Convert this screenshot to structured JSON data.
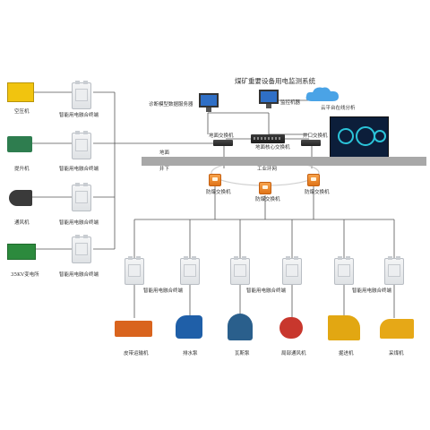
{
  "title": "煤矿重要设备用电监测系统",
  "servers": {
    "diagnostic": "诊断模型数据服务器",
    "monitor": "监控机器",
    "cloud_analysis": "云平台在线分析"
  },
  "switches": {
    "surface": "地面交换机",
    "core": "地面核心交换机",
    "shaft": "井口交换机",
    "ring": "工业环网",
    "explosion_proof": "防爆交换机"
  },
  "zones": {
    "ground": "地面",
    "underground": "井下"
  },
  "terminal_label": "智能用电融合终端",
  "left_devices": [
    {
      "name": "空压机"
    },
    {
      "name": "提升机"
    },
    {
      "name": "通风机"
    },
    {
      "name": "35KV变电所"
    }
  ],
  "bottom_devices": [
    {
      "name": "皮带运输机"
    },
    {
      "name": "排水泵"
    },
    {
      "name": "瓦斯泵"
    },
    {
      "name": "局部通风机"
    },
    {
      "name": "掘进机"
    },
    {
      "name": "采煤机"
    }
  ],
  "colors": {
    "switch_orange": "#f08a2a",
    "monitor_blue": "#2f6fc6",
    "ground_gray": "#a8a8a8",
    "cloud_blue": "#4aa3e6"
  }
}
